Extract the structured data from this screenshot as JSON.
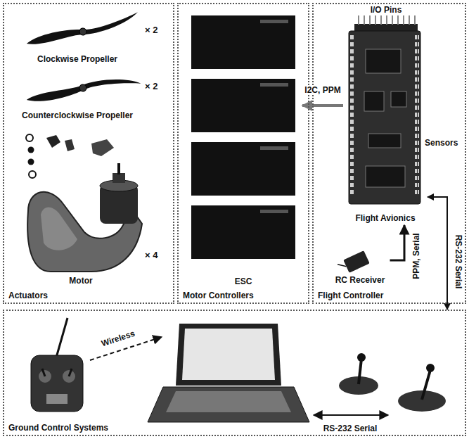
{
  "diagram": {
    "nodes": [
      {
        "text": [
          "Actuators"
        ]
      },
      {
        "text": [
          "Motor Controllers"
        ]
      },
      {
        "text": [
          "ESC"
        ],
        "in": 1
      },
      {
        "text": [
          "Flight Controller"
        ]
      },
      {
        "text": [
          "Flight Avionics"
        ],
        "in": 3
      },
      {
        "text": [
          "RC Receiver"
        ],
        "in": 3
      },
      {
        "text": [
          "Ground Control Systems"
        ]
      }
    ],
    "edges": [
      {
        "from": 4,
        "to": 2,
        "arrow": "to",
        "label": "I2C, PPM"
      },
      {
        "from": 5,
        "to": 4,
        "arrow": "to",
        "label": "PPM, Serial"
      },
      {
        "from": 4,
        "to": 6,
        "arrow": "both",
        "label": "RS-232 Serial"
      }
    ],
    "labels": [
      "Clockwise Propeller",
      "× 2",
      "Counterclockwise Propeller",
      "× 2",
      "Motor",
      "× 4",
      "I/O Pins",
      "Sensors",
      "Wireless",
      "RS-232 Serial"
    ]
  }
}
